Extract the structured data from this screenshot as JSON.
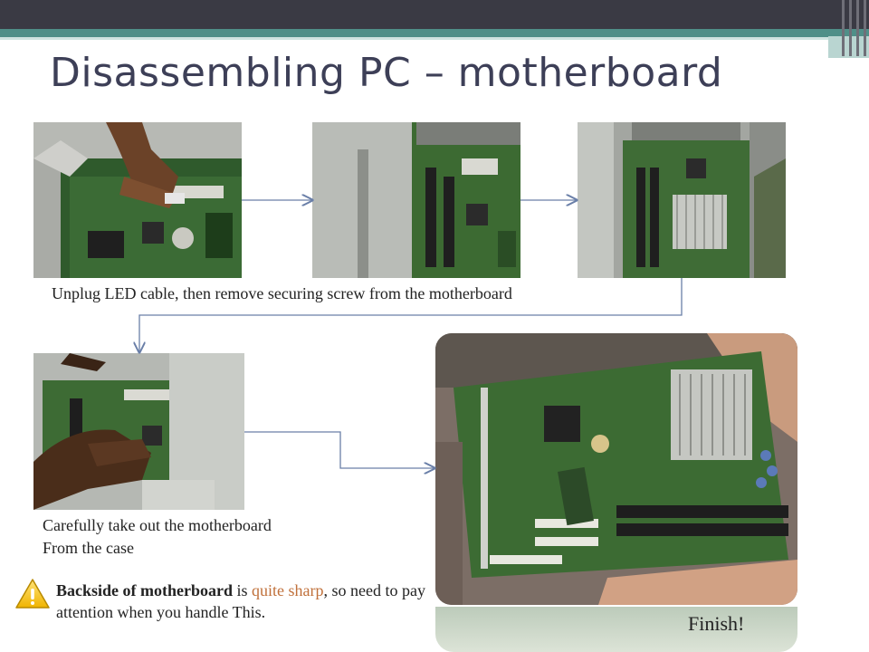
{
  "slide": {
    "title": "Disassembling PC – motherboard"
  },
  "captions": {
    "step1": "Unplug LED cable, then remove securing screw from the motherboard",
    "step2_line1": "Carefully take out the motherboard",
    "step2_line2": "From the case"
  },
  "warning": {
    "icon": "warning-icon",
    "bold": "Backside of motherboard",
    "mid": " is ",
    "accent": "quite sharp",
    "rest": ", so need to pay attention when you handle This."
  },
  "finish": "Finish!",
  "colors": {
    "title": "#3d3f57",
    "topbar": "#3a3a44",
    "teal": "#4f8f88",
    "accent": "#c0703a",
    "arrow": "#6a7fa8"
  }
}
